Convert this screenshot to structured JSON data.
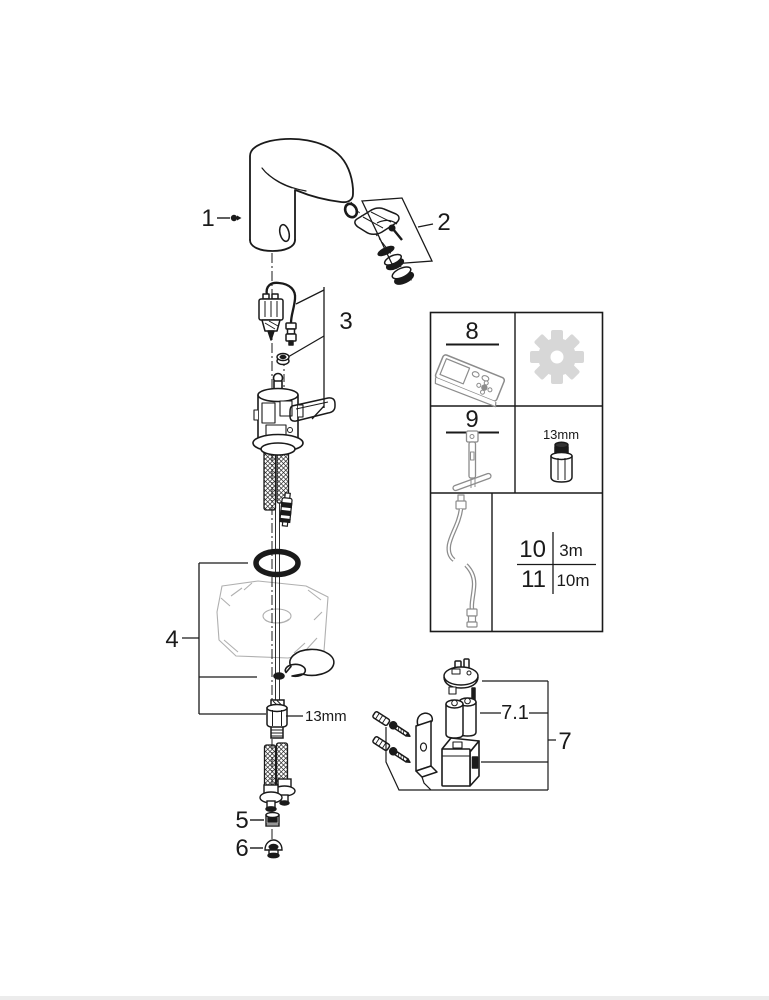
{
  "page": {
    "type": "exploded-parts-diagram",
    "subject": "touchless sensor basin faucet",
    "background": "#ffffff",
    "footer_bar_color": "#ececec"
  },
  "colors": {
    "line": "#1a1a1a",
    "icon_gray": "#8c8c8c",
    "sketch_gray": "#b0b0b0",
    "gear_fill": "#d7d7d7"
  },
  "callouts": {
    "c1": "1",
    "c2": "2",
    "c3": "3",
    "c4": "4",
    "c5": "5",
    "c6": "6",
    "c7": "7",
    "c71": "7.1"
  },
  "annotations": {
    "nut_size": "13mm"
  },
  "accessory_panel": {
    "cell8": {
      "callout": "8",
      "icon": "remote-control-icon"
    },
    "cell_gear": {
      "icon": "gear-icon"
    },
    "cell9": {
      "callout": "9",
      "icon": "mounting-tool-icon"
    },
    "cell_socket": {
      "size": "13mm",
      "icon": "socket-wrench-icon"
    },
    "cell_cable": {
      "icon": "extension-cable-icon"
    },
    "lengths_table": {
      "rows": [
        {
          "callout": "10",
          "length": "3m"
        },
        {
          "callout": "11",
          "length": "10m"
        }
      ]
    }
  }
}
